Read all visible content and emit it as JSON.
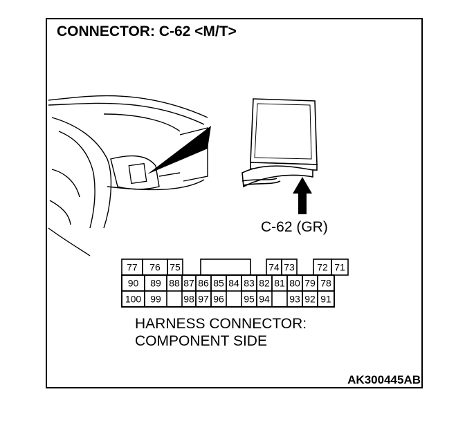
{
  "title": "CONNECTOR: C-62 <M/T>",
  "connector_label": "C-62 (GR)",
  "caption": {
    "line1": "HARNESS CONNECTOR:",
    "line2": "COMPONENT SIDE"
  },
  "figure_code": "AK300445AB",
  "pins": {
    "row1": [
      "77",
      "76",
      "75",
      "",
      "",
      "",
      "",
      "",
      "",
      "74",
      "73",
      "",
      "72",
      "71"
    ],
    "row2": [
      "90",
      "89",
      "88",
      "87",
      "86",
      "85",
      "84",
      "83",
      "82",
      "81",
      "80",
      "79",
      "78"
    ],
    "row3": [
      "100",
      "99",
      "",
      "98",
      "97",
      "96",
      "",
      "95",
      "94",
      "",
      "93",
      "92",
      "91"
    ]
  }
}
